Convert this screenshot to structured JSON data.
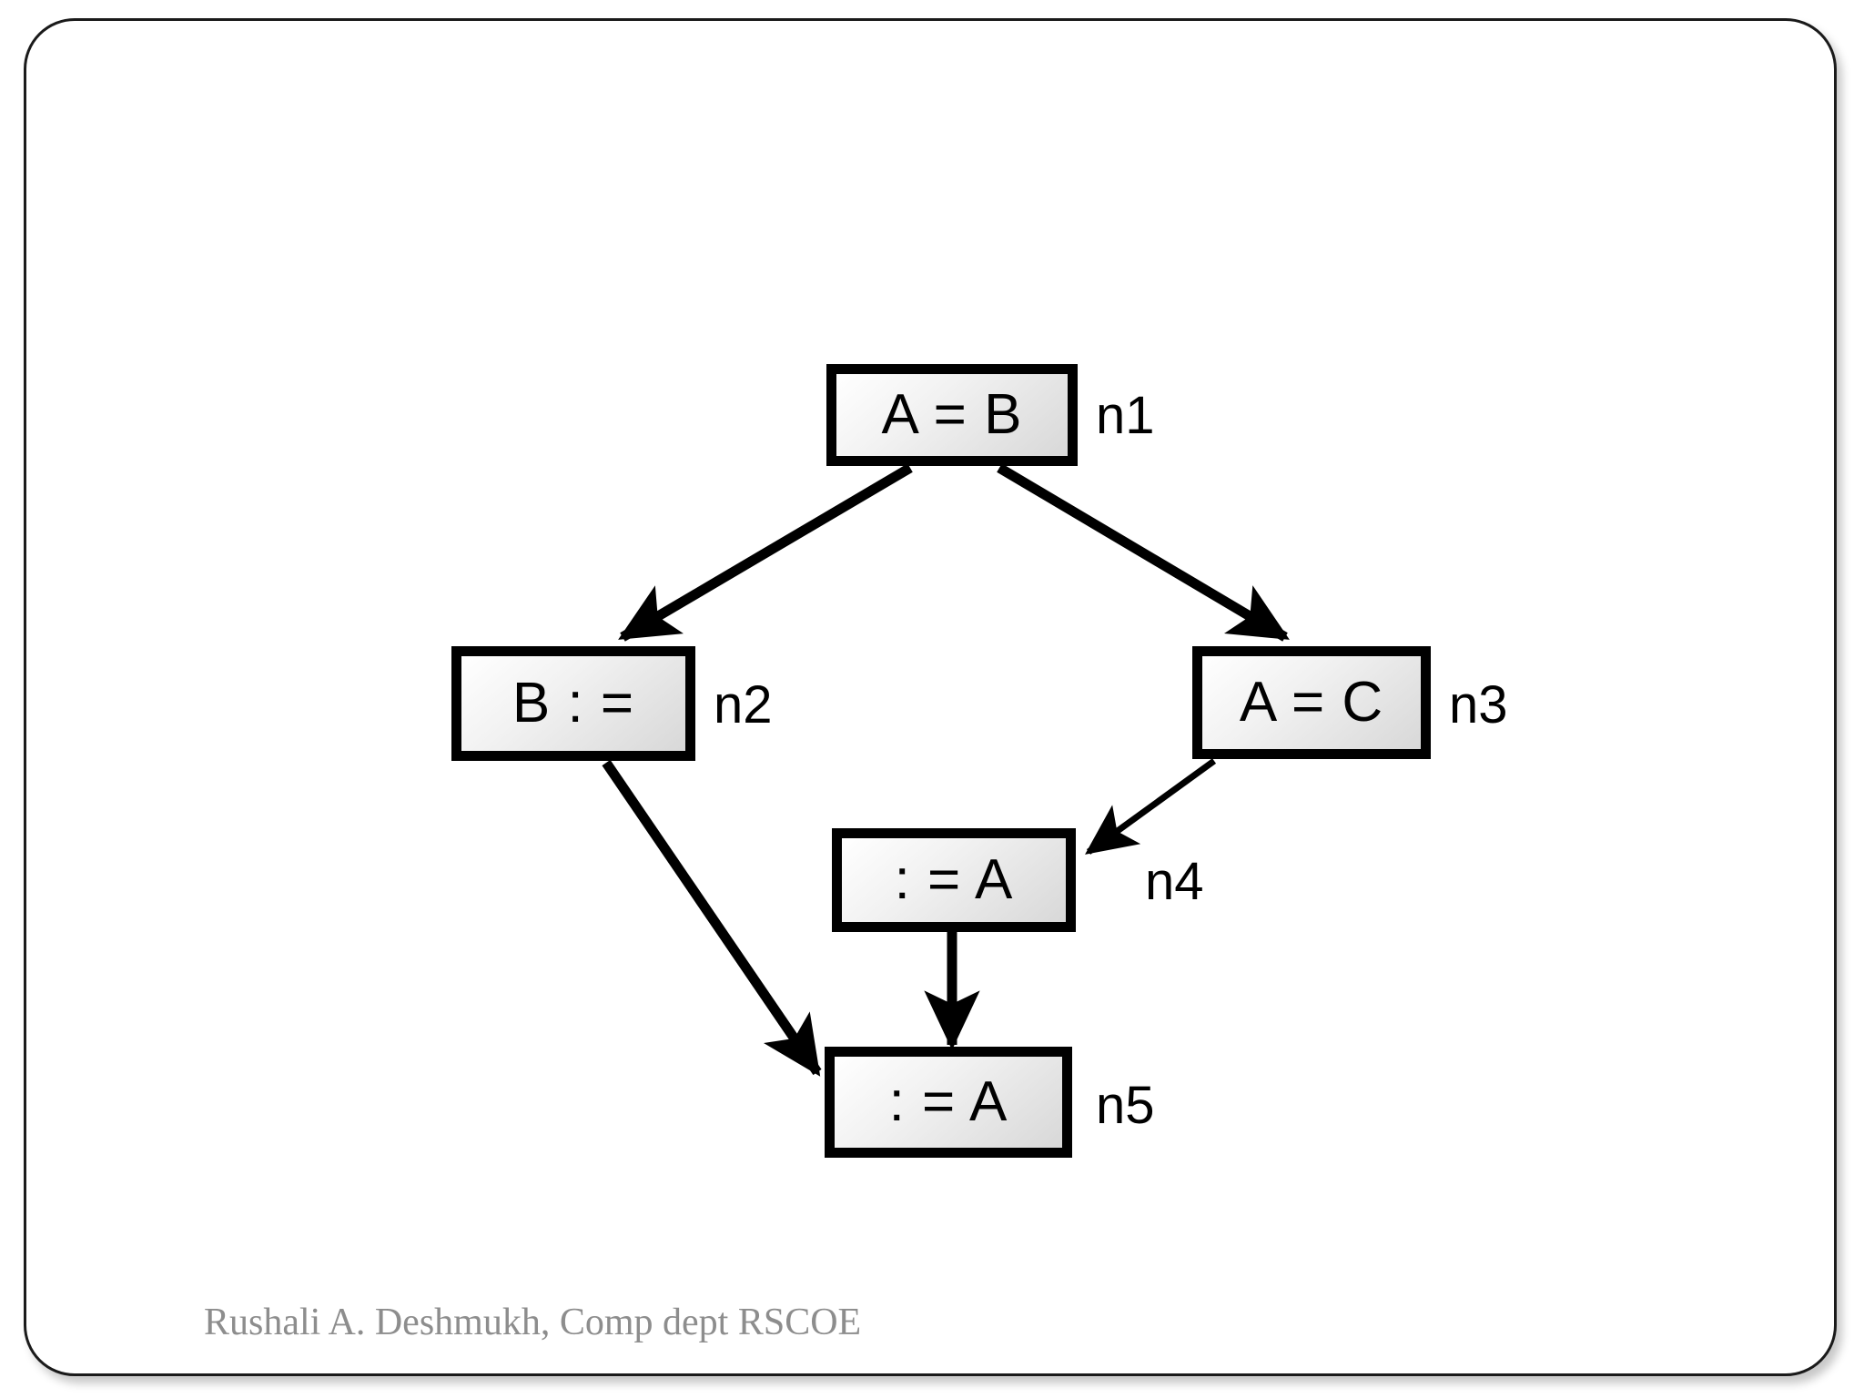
{
  "slide": {
    "footer": "Rushali A. Deshmukh, Comp dept RSCOE",
    "background": "#ffffff",
    "border_color": "#1a1a1a"
  },
  "diagram": {
    "type": "flow-graph",
    "node_fill_light": "#ffffff",
    "node_fill_dark": "#d8d8d8",
    "node_border_color": "#000000",
    "edge_color": "#000000",
    "nodes": [
      {
        "id": "n1",
        "text": "A = B",
        "label": "n1"
      },
      {
        "id": "n2",
        "text": "B : =",
        "label": "n2"
      },
      {
        "id": "n3",
        "text": "A = C",
        "label": "n3"
      },
      {
        "id": "n4",
        "text": ": = A",
        "label": "n4"
      },
      {
        "id": "n5",
        "text": ": = A",
        "label": "n5"
      }
    ],
    "edges": [
      {
        "from": "n1",
        "to": "n2",
        "style": "thick"
      },
      {
        "from": "n1",
        "to": "n3",
        "style": "thick"
      },
      {
        "from": "n3",
        "to": "n4",
        "style": "thin"
      },
      {
        "from": "n2",
        "to": "n5",
        "style": "thick"
      },
      {
        "from": "n4",
        "to": "n5",
        "style": "thick"
      }
    ]
  }
}
